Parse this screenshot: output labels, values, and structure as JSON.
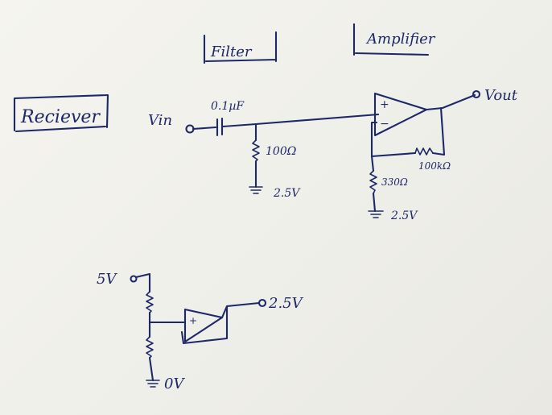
{
  "blocks": {
    "receiver": "Reciever",
    "filter": "Filter",
    "amplifier": "Amplifier"
  },
  "labels": {
    "vin": "Vin",
    "vout": "Vout",
    "capacitor": "0.1µF",
    "r_filter": "100Ω",
    "filter_ref": "2.5V",
    "r_feedback": "100kΩ",
    "r_gain": "330Ω",
    "gain_ref": "2.5V",
    "supply": "5V",
    "ref_out": "2.5V",
    "ground": "0V",
    "plus": "+",
    "minus": "−"
  }
}
